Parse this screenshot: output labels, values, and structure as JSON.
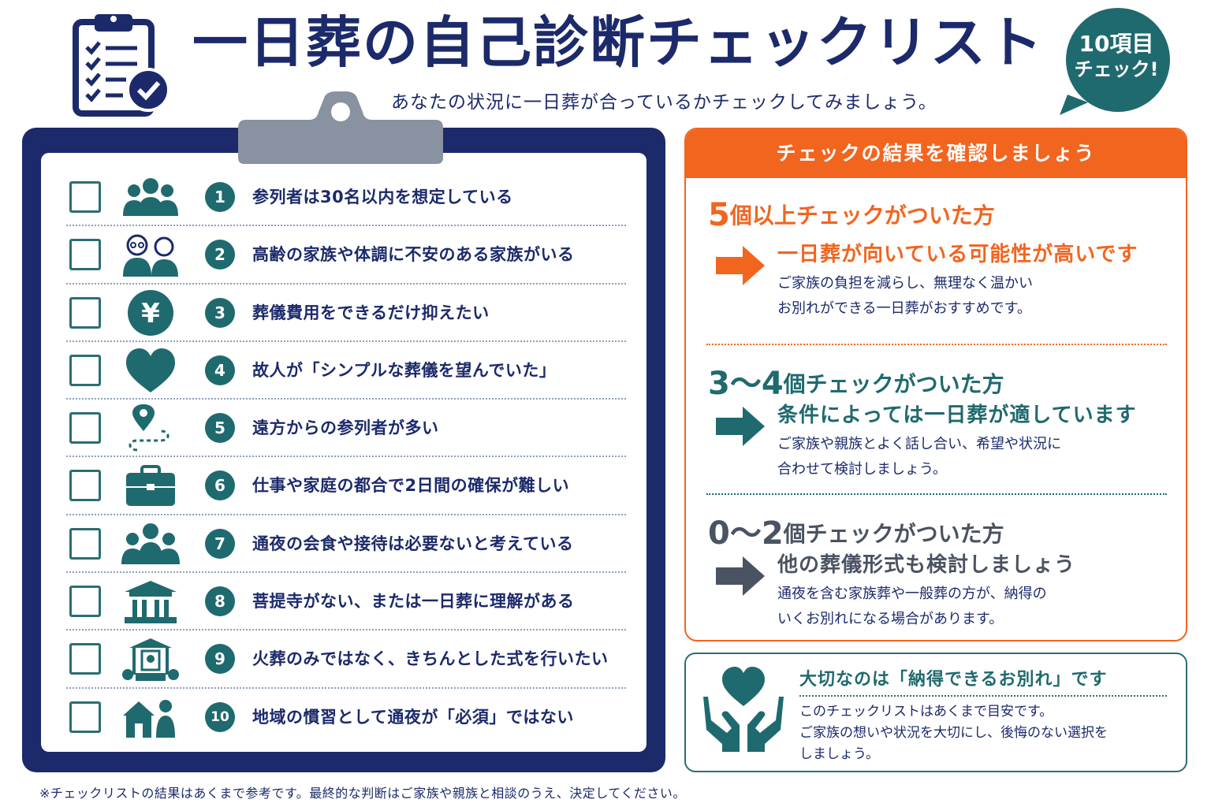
{
  "header": {
    "title": "一日葬の自己診断チェックリスト",
    "subtitle": "あなたの状況に一日葬が合っているかチェックしてみましょう。",
    "badge_line1": "10項目",
    "badge_line2": "チェック!"
  },
  "checklist": {
    "items": [
      {
        "number": "1",
        "text": "参列者は30名以内を想定している",
        "icon": "group-icon"
      },
      {
        "number": "2",
        "text": "高齢の家族や体調に不安のある家族がいる",
        "icon": "elderly-couple-icon"
      },
      {
        "number": "3",
        "text": "葬儀費用をできるだけ抑えたい",
        "icon": "yen-coin-icon"
      },
      {
        "number": "4",
        "text": "故人が「シンプルな葬儀を望んでいた」",
        "icon": "heart-icon"
      },
      {
        "number": "5",
        "text": "遠方からの参列者が多い",
        "icon": "location-route-icon"
      },
      {
        "number": "6",
        "text": "仕事や家庭の都合で2日間の確保が難しい",
        "icon": "briefcase-icon"
      },
      {
        "number": "7",
        "text": "通夜の会食や接待は必要ないと考えている",
        "icon": "people-gathering-icon"
      },
      {
        "number": "8",
        "text": "菩提寺がない、または一日葬に理解がある",
        "icon": "temple-icon"
      },
      {
        "number": "9",
        "text": "火葬のみではなく、きちんとした式を行いたい",
        "icon": "altar-icon"
      },
      {
        "number": "10",
        "text": "地域の慣習として通夜が「必須」ではない",
        "icon": "house-family-icon"
      }
    ]
  },
  "results": {
    "header": "チェックの結果を確認しましょう",
    "blocks": [
      {
        "count": "5",
        "label": "個以上チェックがついた方",
        "headline": "一日葬が向いている可能性が高いです",
        "desc1": "ご家族の負担を減らし、無理なく温かい",
        "desc2": "お別れができる一日葬がおすすめです。"
      },
      {
        "count": "3～4",
        "label": "個チェックがついた方",
        "headline": "条件によっては一日葬が適しています",
        "desc1": "ご家族や親族とよく話し合い、希望や状況に",
        "desc2": "合わせて検討しましょう。"
      },
      {
        "count": "0～2",
        "label": "個チェックがついた方",
        "headline": "他の葬儀形式も検討しましょう",
        "desc1": "通夜を含む家族葬や一般葬の方が、納得の",
        "desc2": "いくお別れになる場合があります。"
      }
    ]
  },
  "note": {
    "title": "大切なのは「納得できるお別れ」です",
    "line1": "このチェックリストはあくまで目安です。",
    "line2": "ご家族の想いや状況を大切にし、後悔のない選択を",
    "line3": "しましょう。"
  },
  "footnote": "※チェックリストの結果はあくまで参考です。最終的な判断はご家族や親族と相談のうえ、決定してください。",
  "colors": {
    "navy": "#1c2a6b",
    "teal": "#1f6a6e",
    "orange": "#f2651f",
    "gray": "#4a5361"
  }
}
